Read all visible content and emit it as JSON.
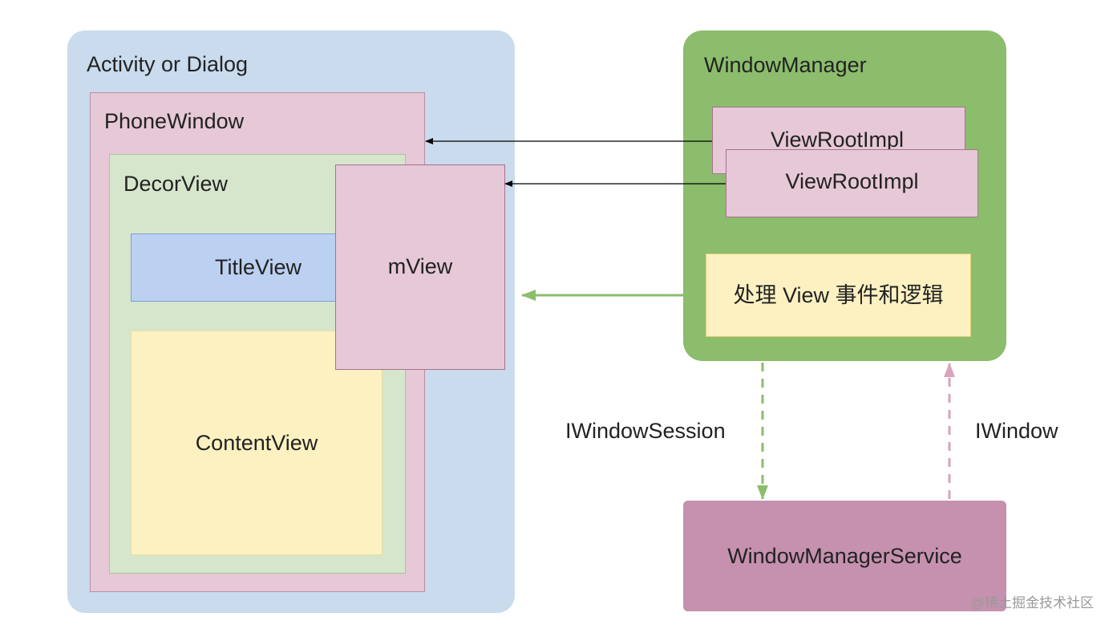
{
  "left": {
    "activity_label": "Activity or Dialog",
    "phonewindow_label": "PhoneWindow",
    "decorview_label": "DecorView",
    "titleview_label": "TitleView",
    "contentview_label": "ContentView",
    "mview_label": "mView"
  },
  "right": {
    "windowmanager_label": "WindowManager",
    "viewrootimpl_back_label": "ViewRootImpl",
    "viewrootimpl_front_label": "ViewRootImpl",
    "handle_label": "处理 View 事件和逻辑",
    "wms_label": "WindowManagerService"
  },
  "edges": {
    "iwindowsession_label": "IWindowSession",
    "iwindow_label": "IWindow"
  },
  "watermark": "@稀土掘金技术社区",
  "colors": {
    "activity_bg": "#c9dbed",
    "phonewindow_bg": "#e6c8d7",
    "decorview_bg": "#d6e6cc",
    "titleview_bg": "#bcd0f2",
    "contentview_bg": "#fdf1c2",
    "windowmanager_bg": "#8bbd6c",
    "wms_bg": "#c591ae",
    "green_arrow": "#8bbd6c",
    "pink_arrow": "#d9a3bd"
  }
}
